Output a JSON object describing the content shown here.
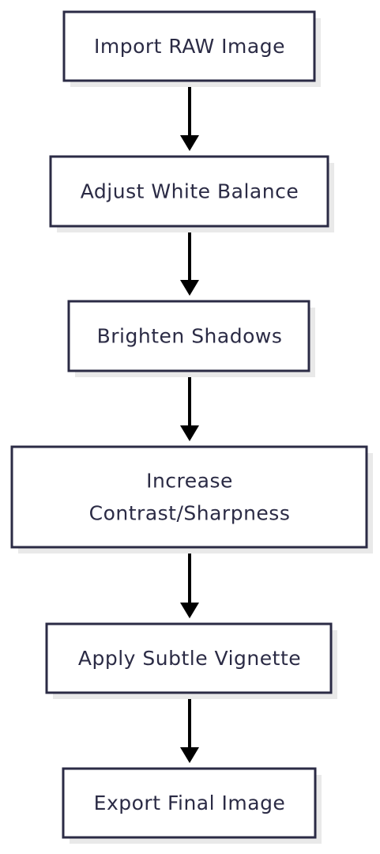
{
  "diagram": {
    "type": "flowchart",
    "direction": "top-to-bottom",
    "colors": {
      "node_border": "#2b2b45",
      "node_text": "#2b2b45",
      "node_fill": "#ffffff",
      "node_shadow": "#e9e9e9",
      "edge": "#000000"
    },
    "nodes": [
      {
        "id": "import",
        "lines": [
          "Import RAW Image"
        ]
      },
      {
        "id": "white-balance",
        "lines": [
          "Adjust White Balance"
        ]
      },
      {
        "id": "shadows",
        "lines": [
          "Brighten Shadows"
        ]
      },
      {
        "id": "contrast",
        "lines": [
          "Increase",
          "Contrast/Sharpness"
        ]
      },
      {
        "id": "vignette",
        "lines": [
          "Apply Subtle Vignette"
        ]
      },
      {
        "id": "export",
        "lines": [
          "Export Final Image"
        ]
      }
    ],
    "edges": [
      {
        "from": "import",
        "to": "white-balance"
      },
      {
        "from": "white-balance",
        "to": "shadows"
      },
      {
        "from": "shadows",
        "to": "contrast"
      },
      {
        "from": "contrast",
        "to": "vignette"
      },
      {
        "from": "vignette",
        "to": "export"
      }
    ]
  }
}
